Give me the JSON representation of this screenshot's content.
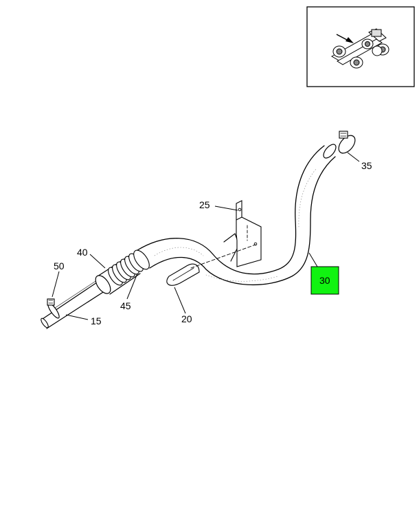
{
  "callouts": {
    "c15": "15",
    "c20": "20",
    "c25": "25",
    "c30": "30",
    "c35": "35",
    "c40": "40",
    "c45": "45",
    "c50": "50"
  },
  "highlight": {
    "callout": "30",
    "color": "#11f311"
  },
  "inset": {
    "depicts": "vehicle chassis locator view"
  }
}
